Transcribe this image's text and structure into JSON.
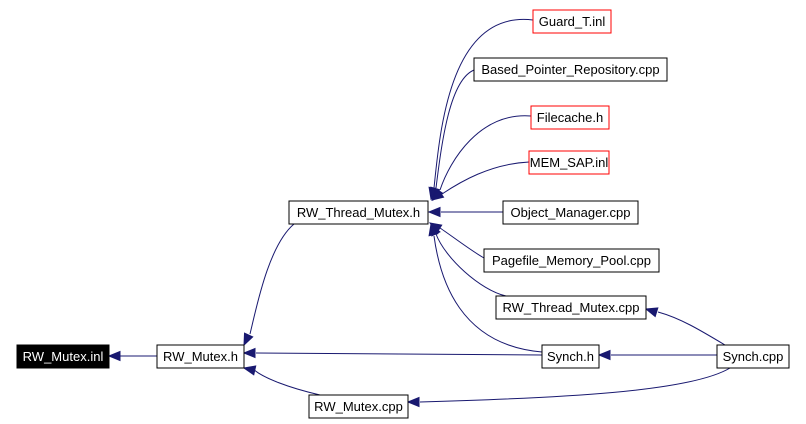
{
  "graph": {
    "edge_color": "#191970",
    "nodes": [
      {
        "id": "rw_mutex_inl",
        "label": "RW_Mutex.inl",
        "style": "root"
      },
      {
        "id": "rw_mutex_h",
        "label": "RW_Mutex.h",
        "style": "normal"
      },
      {
        "id": "rw_thread_mutex_h",
        "label": "RW_Thread_Mutex.h",
        "style": "normal"
      },
      {
        "id": "rw_mutex_cpp",
        "label": "RW_Mutex.cpp",
        "style": "normal"
      },
      {
        "id": "guard_t_inl",
        "label": "Guard_T.inl",
        "style": "red"
      },
      {
        "id": "based_pointer_repository_cpp",
        "label": "Based_Pointer_Repository.cpp",
        "style": "normal"
      },
      {
        "id": "filecache_h",
        "label": "Filecache.h",
        "style": "red"
      },
      {
        "id": "mem_sap_inl",
        "label": "MEM_SAP.inl",
        "style": "red"
      },
      {
        "id": "object_manager_cpp",
        "label": "Object_Manager.cpp",
        "style": "normal"
      },
      {
        "id": "pagefile_memory_pool_cpp",
        "label": "Pagefile_Memory_Pool.cpp",
        "style": "normal"
      },
      {
        "id": "rw_thread_mutex_cpp",
        "label": "RW_Thread_Mutex.cpp",
        "style": "normal"
      },
      {
        "id": "synch_h",
        "label": "Synch.h",
        "style": "normal"
      },
      {
        "id": "synch_cpp",
        "label": "Synch.cpp",
        "style": "normal"
      }
    ],
    "edges": [
      {
        "from": "rw_mutex_h",
        "to": "rw_mutex_inl"
      },
      {
        "from": "rw_thread_mutex_h",
        "to": "rw_mutex_h"
      },
      {
        "from": "synch_h",
        "to": "rw_mutex_h"
      },
      {
        "from": "rw_mutex_cpp",
        "to": "rw_mutex_h"
      },
      {
        "from": "guard_t_inl",
        "to": "rw_thread_mutex_h"
      },
      {
        "from": "based_pointer_repository_cpp",
        "to": "rw_thread_mutex_h"
      },
      {
        "from": "filecache_h",
        "to": "rw_thread_mutex_h"
      },
      {
        "from": "mem_sap_inl",
        "to": "rw_thread_mutex_h"
      },
      {
        "from": "object_manager_cpp",
        "to": "rw_thread_mutex_h"
      },
      {
        "from": "pagefile_memory_pool_cpp",
        "to": "rw_thread_mutex_h"
      },
      {
        "from": "rw_thread_mutex_cpp",
        "to": "rw_thread_mutex_h"
      },
      {
        "from": "synch_h",
        "to": "rw_thread_mutex_h"
      },
      {
        "from": "synch_cpp",
        "to": "rw_thread_mutex_cpp"
      },
      {
        "from": "synch_cpp",
        "to": "synch_h"
      },
      {
        "from": "synch_cpp",
        "to": "rw_mutex_cpp"
      }
    ]
  }
}
